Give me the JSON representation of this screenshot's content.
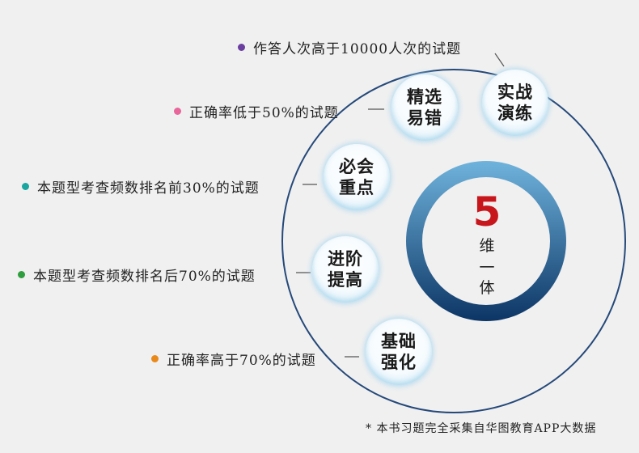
{
  "center": {
    "number": "5",
    "line1": "维",
    "line2": "一",
    "line3": "体"
  },
  "nodes": [
    {
      "line1": "实战",
      "line2": "演练",
      "criterion": "作答人次高于10000人次的试题",
      "dot_color": "#6b3fa0"
    },
    {
      "line1": "精选",
      "line2": "易错",
      "criterion": "正确率低于50%的试题",
      "dot_color": "#e8669a"
    },
    {
      "line1": "必会",
      "line2": "重点",
      "criterion": "本题型考查频数排名前30%的试题",
      "dot_color": "#1aa6a0"
    },
    {
      "line1": "进阶",
      "line2": "提高",
      "criterion": "本题型考查频数排名后70%的试题",
      "dot_color": "#2e9e3e"
    },
    {
      "line1": "基础",
      "line2": "强化",
      "criterion": "正确率高于70%的试题",
      "dot_color": "#e8891a"
    }
  ],
  "footnote": "* 本书习题完全采集自华图教育APP大数据",
  "colors": {
    "ring_outer": "#6fb3dc",
    "ring_inner": "#0c3565",
    "number": "#c8161d"
  }
}
